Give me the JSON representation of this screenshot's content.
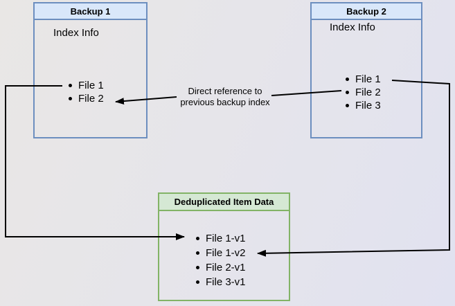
{
  "diagram": {
    "backup1": {
      "title": "Backup 1",
      "body_label": "Index Info",
      "items": [
        "File 1",
        "File 2"
      ]
    },
    "backup2": {
      "title": "Backup 2",
      "body_label": "Index Info",
      "items": [
        "File 1",
        "File 2",
        "File 3"
      ]
    },
    "dedup": {
      "title": "Deduplicated Item Data",
      "items": [
        "File 1-v1",
        "File 1-v2",
        "File 2-v1",
        "File 3-v1"
      ]
    },
    "connector_label": {
      "line1": "Direct reference to",
      "line2": "previous backup index"
    },
    "colors": {
      "blue_box_border": "#6c8ebf",
      "blue_header_fill": "#d9e7fa",
      "green_box_border": "#82b366",
      "green_header_fill": "#d5e8d4",
      "connector_line": "#000000",
      "background_start": "#e9e7e5",
      "background_end": "#e1e2f0"
    }
  }
}
